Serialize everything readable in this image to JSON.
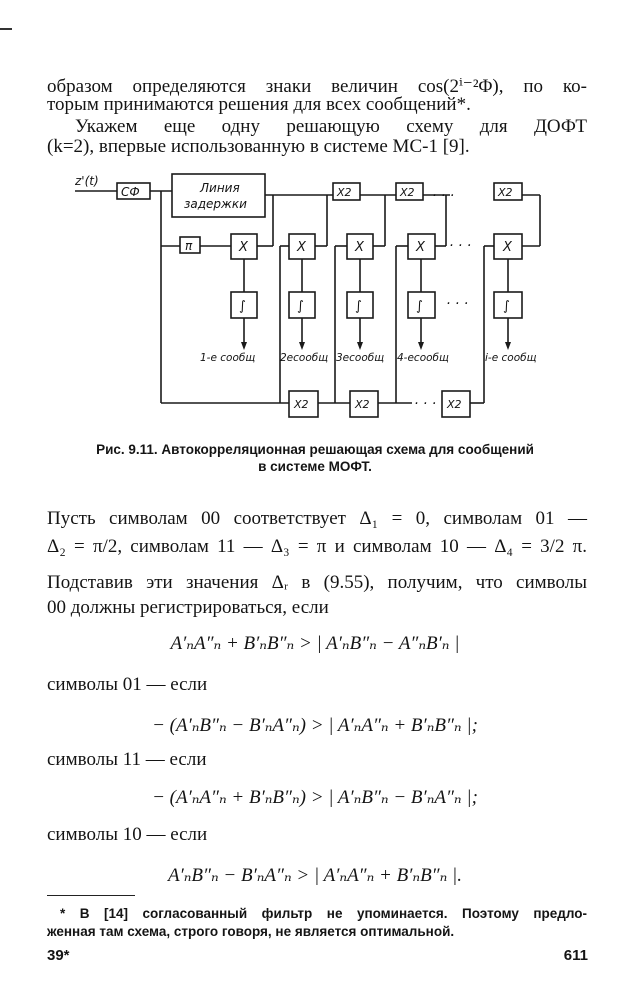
{
  "intro": {
    "lines": [
      "образом определяются знаки величин cos(2ⁱ⁻²Φ), по ко-",
      "торым принимаются решения для всех сообщений*.",
      "Укажем еще одну решающую  схему для ДОФТ",
      "(k=2), впервые использованную в системе МС-1 [9]."
    ]
  },
  "diagram": {
    "input": "z'(t)",
    "matched_filter": "СФ",
    "delay_line": [
      "Линия",
      "задержки"
    ],
    "phase_shift": "π",
    "multiplier": "X",
    "integrator": "∫",
    "doubler": "X2",
    "outputs": [
      "1-е сообщ",
      "2есообщ",
      "3есообщ",
      "4-есообщ",
      "i-е сообщ"
    ]
  },
  "caption": {
    "line1": "Рис. 9.11. Автокорреляционная решающая схема для сообщений",
    "line2": "в системе МОФТ."
  },
  "body": {
    "lines": [
      "Пусть символам 00 соответствует Δ₁ = 0, символам 01 —",
      "Δ₂ = π/2, символам 11 — Δ₃ = π и символам 10 — Δ₄ = 3/2 π.",
      "Подставив эти значения Δᵣ в (9.55), получим, что символы",
      "00 должны регистрироваться, если"
    ],
    "eq1": "A′ₙA″ₙ + B′ₙB″ₙ > | A′ₙB″ₙ − A″ₙB′ₙ |",
    "cond01": "символы 01 — если",
    "eq2": "− (A′ₙB″ₙ − B′ₙA″ₙ) > | A′ₙA″ₙ + B′ₙB″ₙ |;",
    "cond11": "символы 11 — если",
    "eq3": "− (A′ₙA″ₙ + B′ₙB″ₙ) > | A′ₙB″ₙ − B′ₙA″ₙ |;",
    "cond10": "символы 10 — если",
    "eq4": "A′ₙB″ₙ − B′ₙA″ₙ > | A′ₙA″ₙ + B′ₙB″ₙ |."
  },
  "footnote": {
    "line1": "* В [14] согласованный фильтр не упоминается. Поэтому предло-",
    "line2": "женная там схема, строго говоря, не является оптимальной."
  },
  "footer": {
    "signature": "39*",
    "page_number": "611"
  }
}
